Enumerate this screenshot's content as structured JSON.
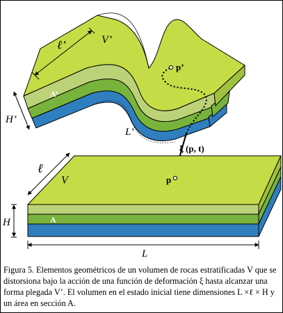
{
  "colors": {
    "top_surface": "#c6dc46",
    "light_layer": "#bcd278",
    "green_layer": "#78b43c",
    "blue_layer": "#2f7fbf",
    "outline": "#000000"
  },
  "deformed_block": {
    "name": "V’",
    "length_label": "ℓ’",
    "height_label": "H’",
    "base_label": "L’",
    "section_label": "A’",
    "point_label": "p’"
  },
  "initial_block": {
    "name": "V",
    "length_label": "ℓ",
    "height_label": "H",
    "base_label": "L",
    "section_label": "A",
    "point_label": "p"
  },
  "mapping_label": "ξ (p, t)",
  "caption": "Figura 5. Elementos geométricos de un volumen de rocas estratificadas V que se distorsiona bajo la acción de una función de deformación ξ hasta alcanzar una forma plegada V’. El volumen en el estado inicial tiene dimensiones L ×ℓ × H y un área en sección A."
}
